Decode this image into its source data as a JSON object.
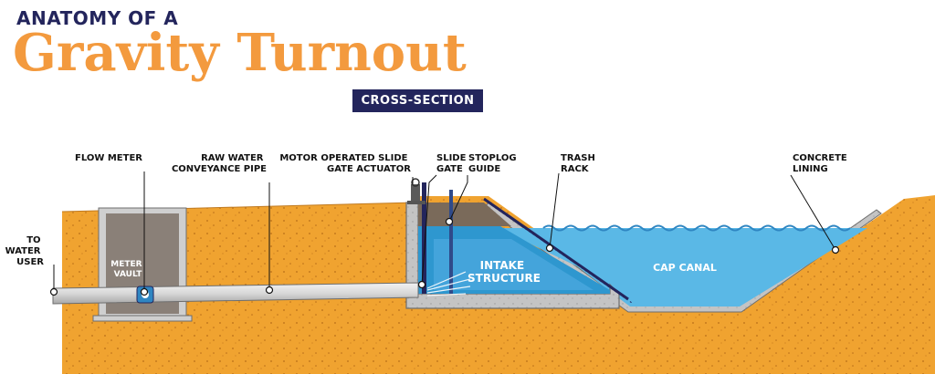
{
  "header": {
    "title_line1": "ANATOMY OF A",
    "title_line2": "Gravity Turnout",
    "subtitle": "CROSS-SECTION"
  },
  "labels": {
    "flow_meter": [
      "FLOW METER"
    ],
    "raw_water_pipe": [
      "RAW WATER",
      "CONVEYANCE PIPE"
    ],
    "motor_actuator": [
      "MOTOR OPERATED SLIDE",
      "GATE ACTUATOR"
    ],
    "slide_gate": [
      "SLIDE",
      "GATE"
    ],
    "stoplog_guide": [
      "STOPLOG",
      "GUIDE"
    ],
    "trash_rack": [
      "TRASH",
      "RACK"
    ],
    "concrete_lining": [
      "CONCRETE",
      "LINING"
    ],
    "to_water_user": [
      "TO",
      "WATER",
      "USER"
    ],
    "meter_vault": [
      "METER",
      "VAULT"
    ],
    "intake_structure": [
      "INTAKE",
      "STRUCTURE"
    ],
    "cap_canal": [
      "CAP CANAL"
    ]
  },
  "colors": {
    "navy": "#23255c",
    "orange": "#f39a3e",
    "soil": "#f0a330",
    "water": "#5ab8e6",
    "concrete": "#c9c9c9",
    "vault": "#8a8078"
  }
}
